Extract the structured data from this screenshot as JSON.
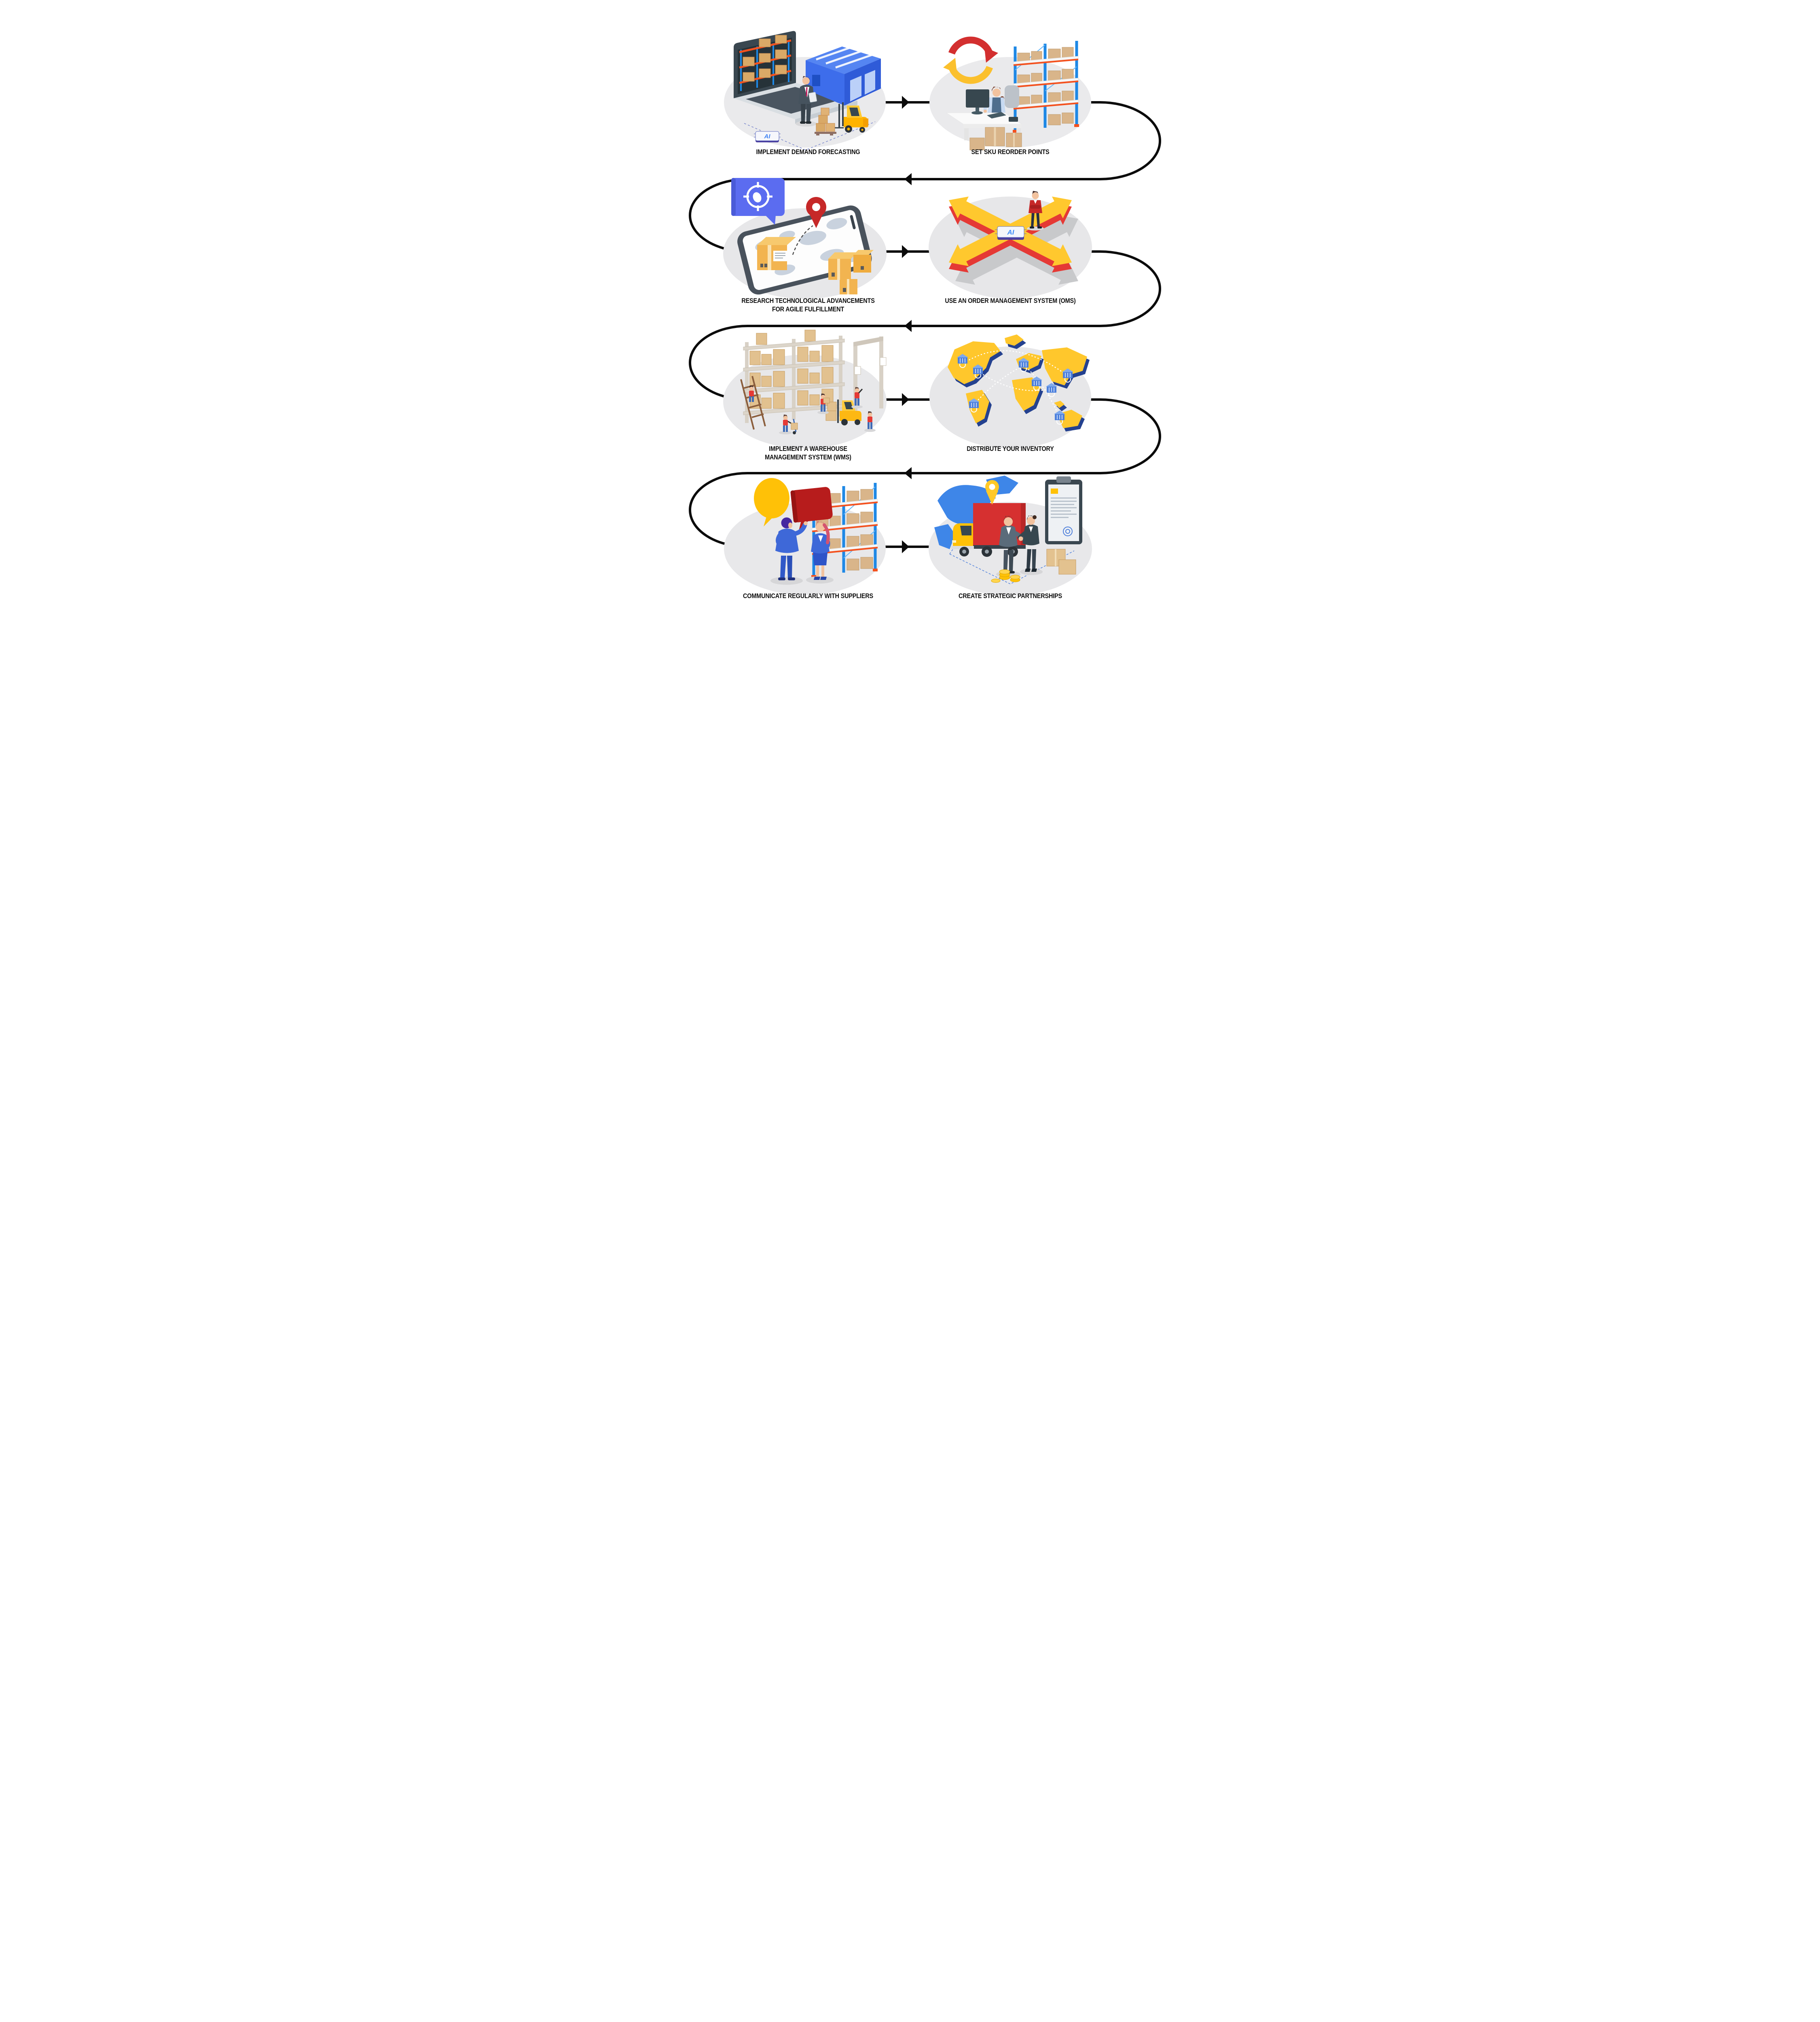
{
  "infographic": {
    "type": "process-flow",
    "steps": [
      {
        "id": 1,
        "label": "IMPLEMENT DEMAND FORECASTING",
        "illustration": "laptop-warehouse-forecasting"
      },
      {
        "id": 2,
        "label": "SET SKU REORDER POINTS",
        "illustration": "reorder-cycle-warehouse-desk"
      },
      {
        "id": 3,
        "label": "RESEARCH TECHNOLOGICAL ADVANCEMENTS\nFOR AGILE FULFILLMENT",
        "illustration": "smartphone-map-parcels"
      },
      {
        "id": 4,
        "label": "USE AN ORDER MANAGEMENT SYSTEM (OMS)",
        "illustration": "four-way-arrows-ai"
      },
      {
        "id": 5,
        "label": "IMPLEMENT A WAREHOUSE\nMANAGEMENT SYSTEM (WMS)",
        "illustration": "warehouse-racks-workers"
      },
      {
        "id": 6,
        "label": "DISTRIBUTE YOUR INVENTORY",
        "illustration": "world-map-warehouses"
      },
      {
        "id": 7,
        "label": "COMMUNICATE REGULARLY WITH SUPPLIERS",
        "illustration": "two-people-speech-bubbles"
      },
      {
        "id": 8,
        "label": "CREATE STRATEGIC PARTNERSHIPS",
        "illustration": "handshake-truck-contract"
      }
    ],
    "colors": {
      "background": "#ffffff",
      "ground_ellipse": "#EAEAEC",
      "connector": "#0b0b0b",
      "accent_red": "#D32F2F",
      "accent_yellow": "#FFC72C",
      "accent_orange": "#F4511E",
      "accent_blue": "#1E88E5",
      "brand_blue": "#3E6EE0",
      "cardboard": "#D9B58A"
    }
  }
}
